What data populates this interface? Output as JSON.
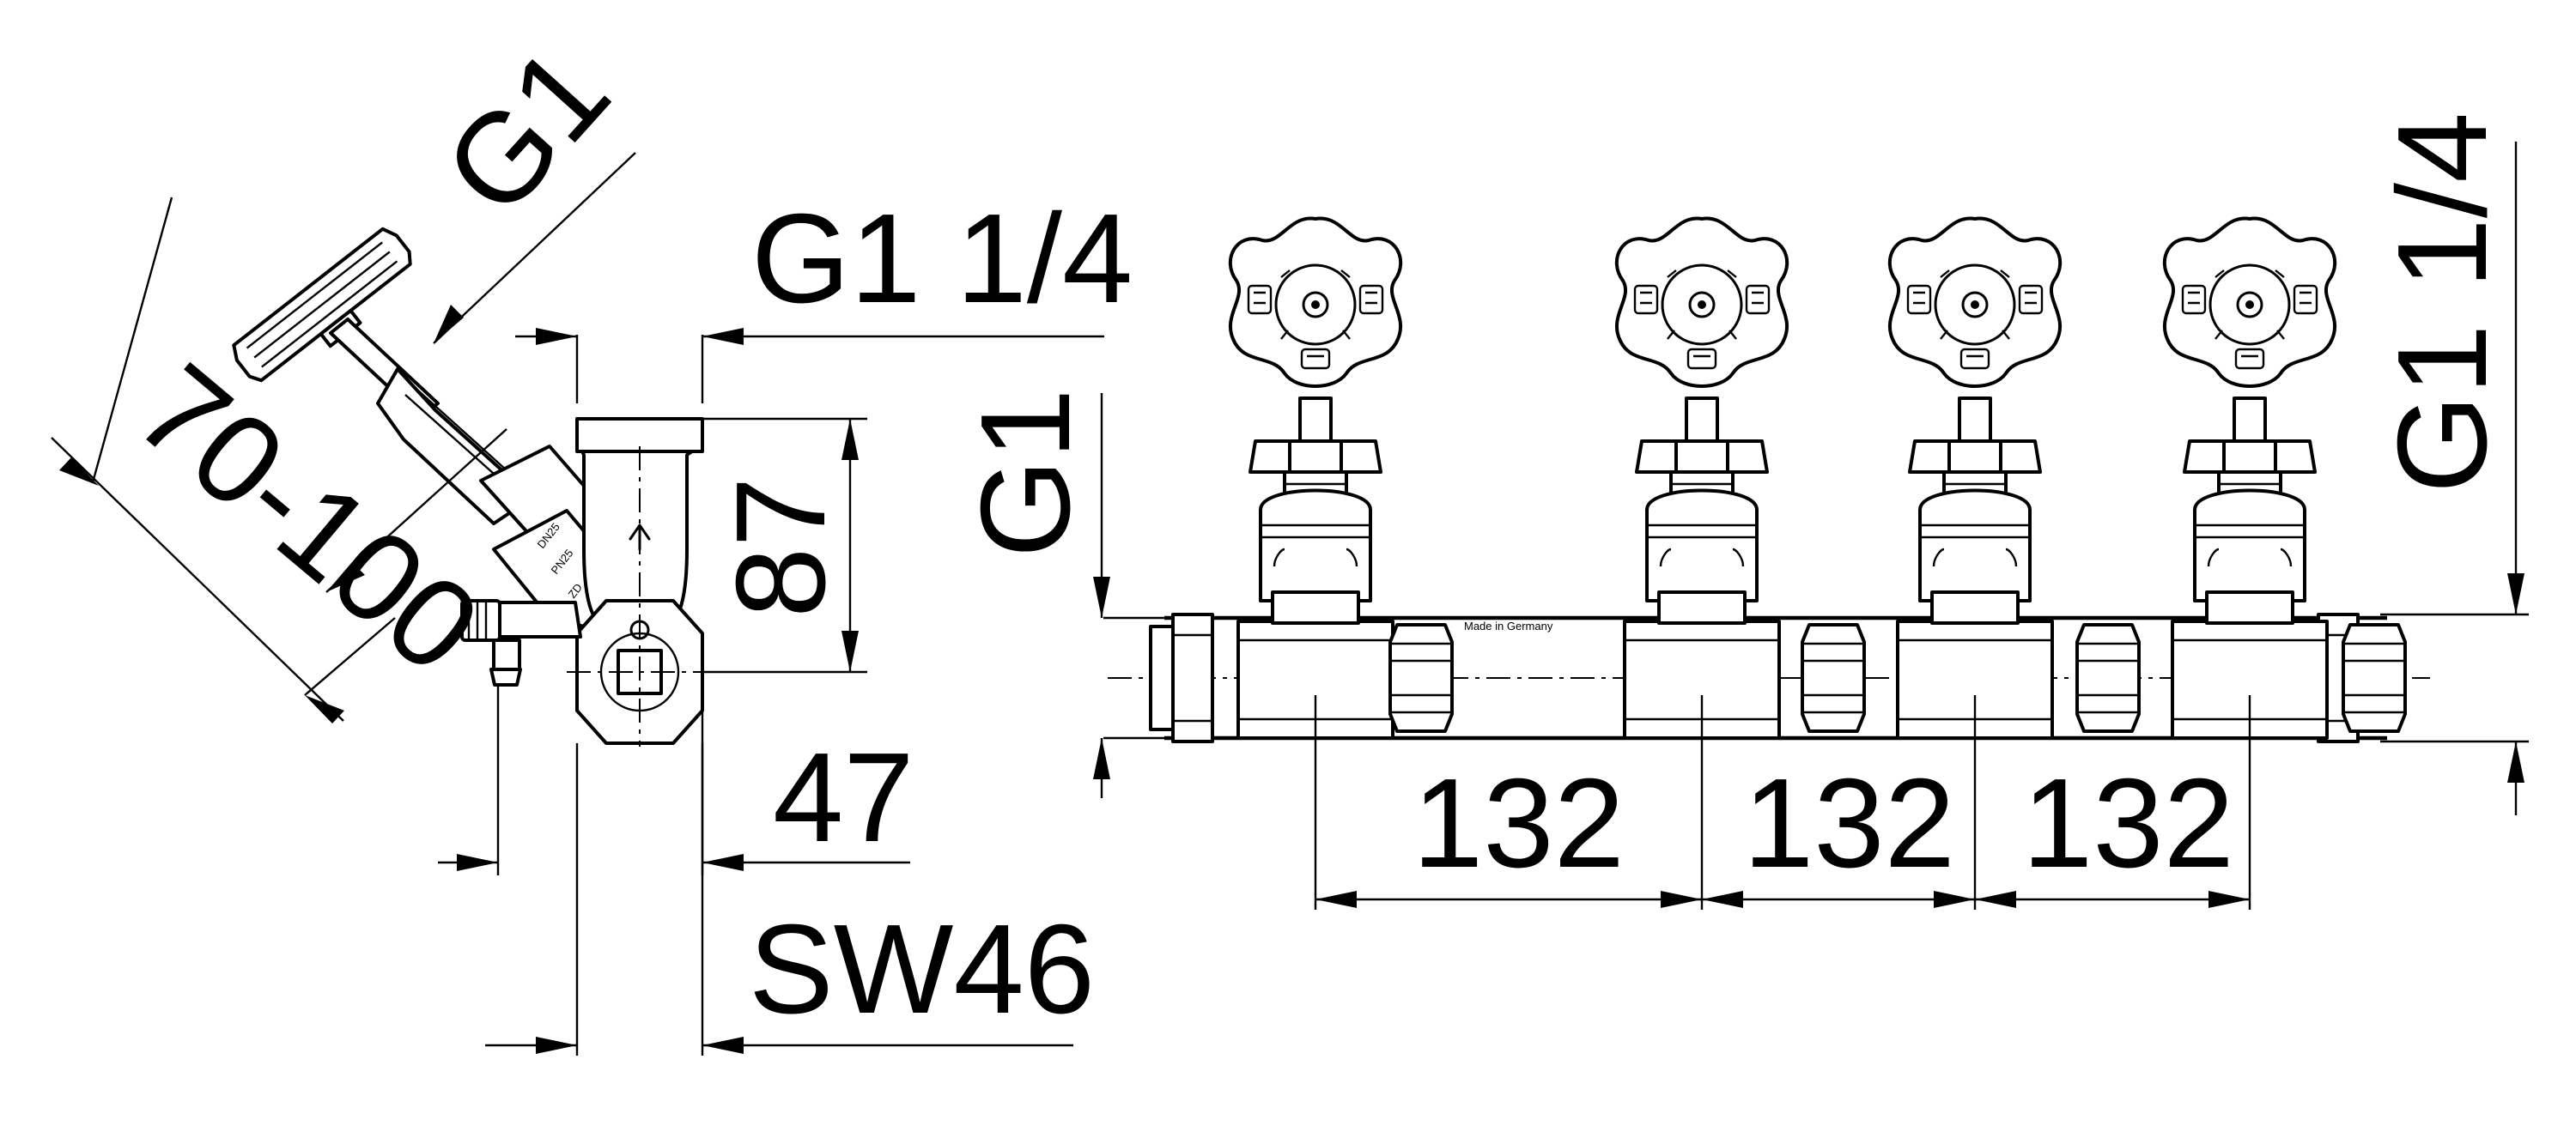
{
  "labels": {
    "angle_thread": "G1",
    "angle_top_thread": "G1 1/4",
    "angle_height": "87",
    "angle_handwheel": "70-100",
    "angle_offset": "47",
    "angle_wrench": "SW46",
    "manifold_side_thread": "G1",
    "manifold_end_thread": "G1 1/4",
    "spacing_1": "132",
    "spacing_2": "132",
    "spacing_3": "132",
    "pipe_marking": "Made in Germany"
  },
  "icons": {
    "handwheel": "handwheel-icon",
    "drain_valve": "drain-valve-icon"
  }
}
